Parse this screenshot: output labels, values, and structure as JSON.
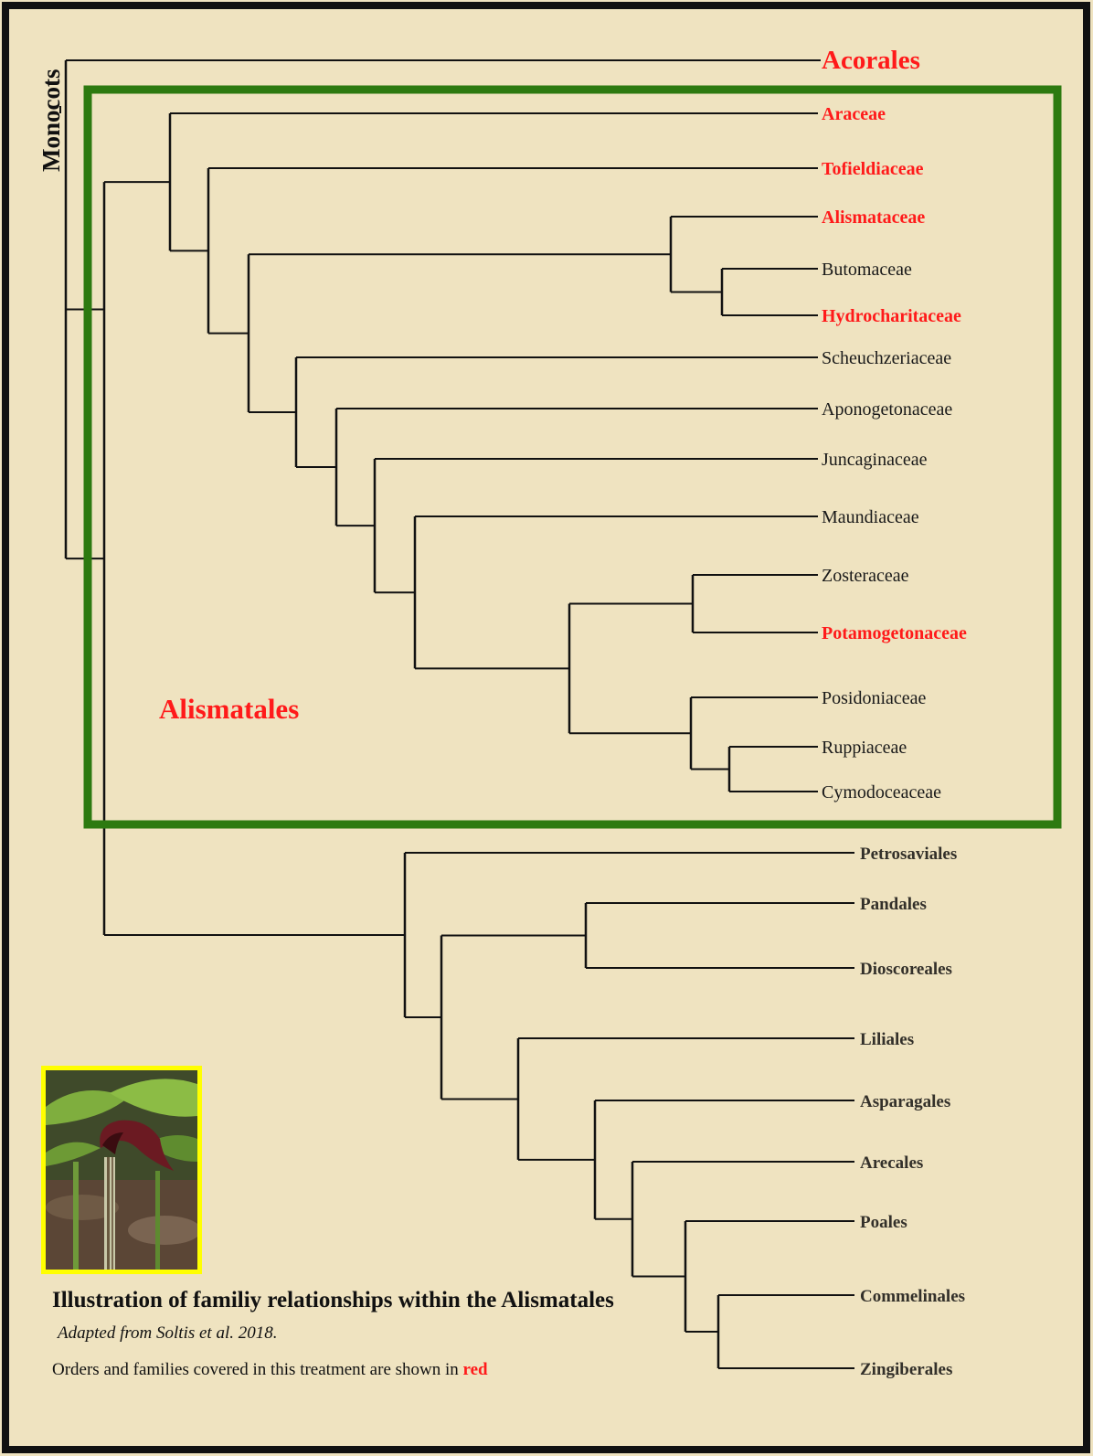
{
  "colors": {
    "background": "#efe3c0",
    "frame": "#111111",
    "branch": "#111111",
    "box": "#2d7a10",
    "highlight": "#ff1a1a",
    "label": "#1a1a1a",
    "order_label": "#33302a",
    "photo_border": "#ffff00"
  },
  "diagram": {
    "root_label": "Monocots",
    "box_label": "Alismatales",
    "taxa": [
      {
        "id": "acorales",
        "name": "Acorales",
        "highlight": true
      },
      {
        "id": "araceae",
        "name": "Araceae",
        "highlight": true
      },
      {
        "id": "tofieldiaceae",
        "name": "Tofieldiaceae",
        "highlight": true
      },
      {
        "id": "alismataceae",
        "name": "Alismataceae",
        "highlight": true
      },
      {
        "id": "butomaceae",
        "name": "Butomaceae",
        "highlight": false
      },
      {
        "id": "hydrocharitaceae",
        "name": "Hydrocharitaceae",
        "highlight": true
      },
      {
        "id": "scheuchzeriaceae",
        "name": "Scheuchzeriaceae",
        "highlight": false
      },
      {
        "id": "aponogetonaceae",
        "name": "Aponogetonaceae",
        "highlight": false
      },
      {
        "id": "juncaginaceae",
        "name": "Juncaginaceae",
        "highlight": false
      },
      {
        "id": "maundiaceae",
        "name": "Maundiaceae",
        "highlight": false
      },
      {
        "id": "zosteraceae",
        "name": "Zosteraceae",
        "highlight": false
      },
      {
        "id": "potamogetonaceae",
        "name": "Potamogetonaceae",
        "highlight": true
      },
      {
        "id": "posidoniaceae",
        "name": "Posidoniaceae",
        "highlight": false
      },
      {
        "id": "ruppiaceae",
        "name": "Ruppiaceae",
        "highlight": false
      },
      {
        "id": "cymodoceaceae",
        "name": "Cymodoceaceae",
        "highlight": false
      },
      {
        "id": "petrosaviales",
        "name": "Petrosaviales",
        "highlight": false
      },
      {
        "id": "pandales",
        "name": "Pandales",
        "highlight": false
      },
      {
        "id": "dioscoreales",
        "name": "Dioscoreales",
        "highlight": false
      },
      {
        "id": "liliales",
        "name": "Liliales",
        "highlight": false
      },
      {
        "id": "asparagales",
        "name": "Asparagales",
        "highlight": false
      },
      {
        "id": "arecales",
        "name": "Arecales",
        "highlight": false
      },
      {
        "id": "poales",
        "name": "Poales",
        "highlight": false
      },
      {
        "id": "commelinales",
        "name": "Commelinales",
        "highlight": false
      },
      {
        "id": "zingiberales",
        "name": "Zingiberales",
        "highlight": false
      }
    ]
  },
  "caption": {
    "title": "Illustration of familiy relationships within the Alismatales",
    "source": "Adapted from Soltis et al. 2018.",
    "note": "Orders and families covered in this treatment are shown in",
    "note_highlight": "red"
  }
}
